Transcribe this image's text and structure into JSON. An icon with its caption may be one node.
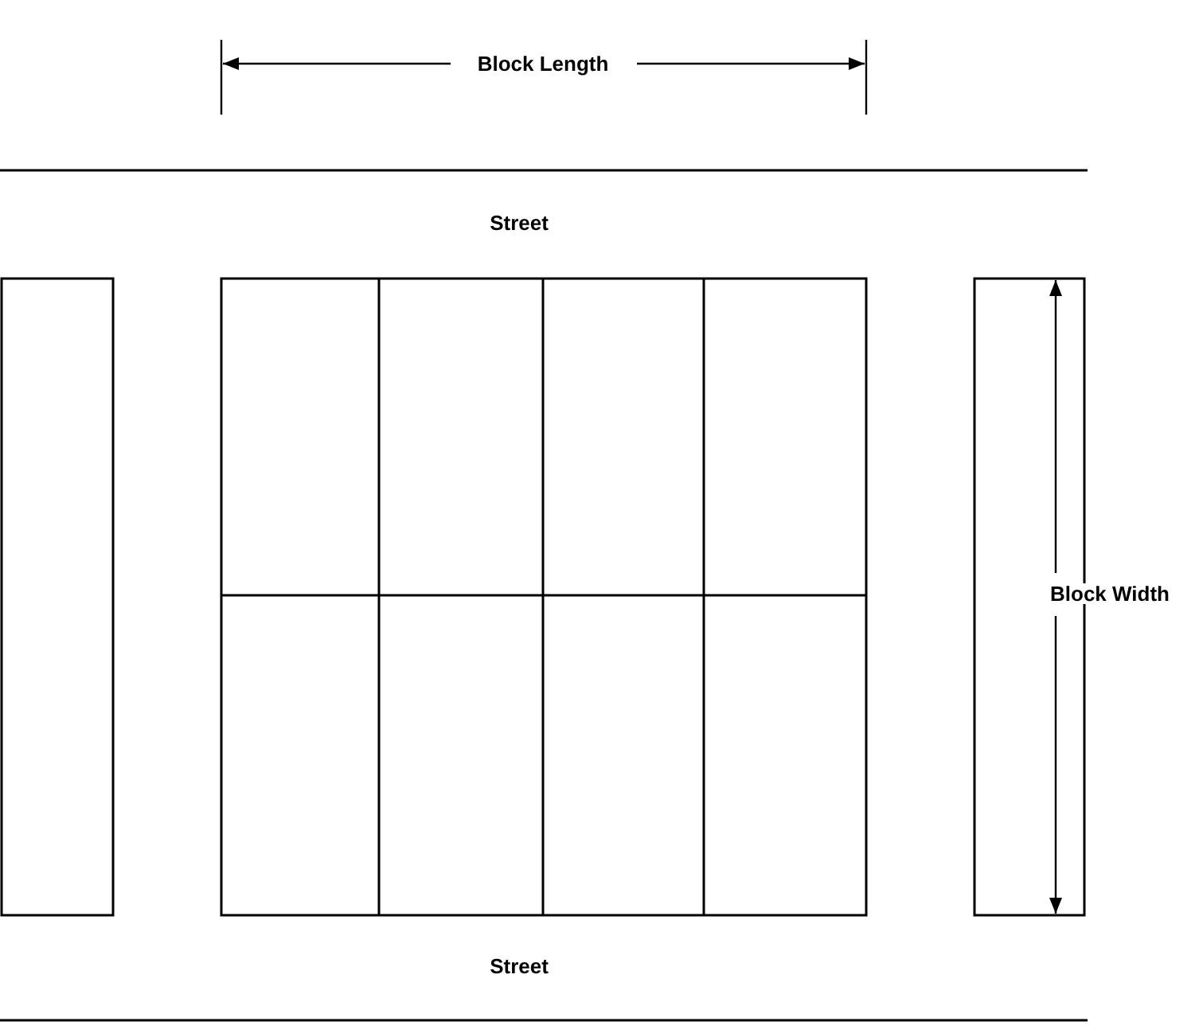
{
  "diagram": {
    "labels": [
      "Block Length",
      "Street",
      "Block Width",
      "Street"
    ]
  }
}
